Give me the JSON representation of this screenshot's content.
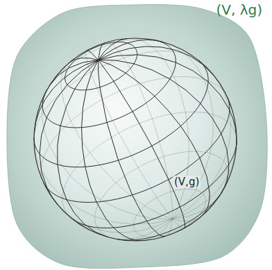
{
  "diagram": {
    "nodes": [
      {
        "text": [
          "(V, λg)"
        ]
      },
      {
        "text": [
          "(V,g)"
        ],
        "in": 0
      }
    ]
  }
}
